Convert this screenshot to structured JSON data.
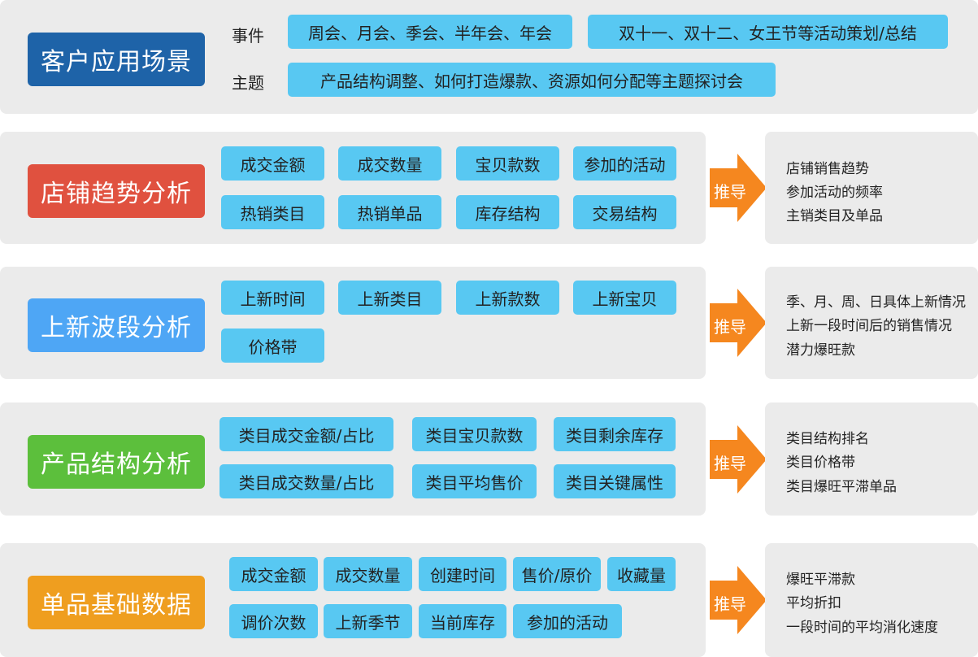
{
  "scenario": {
    "title": "客户应用场景",
    "title_color": "#1e63a8",
    "events_label": "事件",
    "topics_label": "主题",
    "events": [
      "周会、月会、季会、半年会、年会",
      "双十一、双十二、女王节等活动策划/总结"
    ],
    "topics": [
      "产品结构调整、如何打造爆款、资源如何分配等主题探讨会"
    ]
  },
  "arrow_label": "推导",
  "arrow_color": "#f5871f",
  "chip_color": "#58c8f2",
  "sections": [
    {
      "title": "店铺趋势分析",
      "color": "#e0513f",
      "chips": [
        "成交金额",
        "成交数量",
        "宝贝款数",
        "参加的活动",
        "热销类目",
        "热销单品",
        "库存结构",
        "交易结构"
      ],
      "results": [
        "店铺销售趋势",
        "参加活动的频率",
        "主销类目及单品"
      ]
    },
    {
      "title": "上新波段分析",
      "color": "#4ea6f5",
      "chips": [
        "上新时间",
        "上新类目",
        "上新款数",
        "上新宝贝",
        "价格带"
      ],
      "results": [
        "季、月、周、日具体上新情况",
        "上新一段时间后的销售情况",
        "潜力爆旺款"
      ]
    },
    {
      "title": "产品结构分析",
      "color": "#5cbf3c",
      "chips": [
        "类目成交金额/占比",
        "类目宝贝款数",
        "类目剩余库存",
        "类目成交数量/占比",
        "类目平均售价",
        "类目关键属性"
      ],
      "results": [
        "类目结构排名",
        "类目价格带",
        "类目爆旺平滞单品"
      ]
    },
    {
      "title": "单品基础数据",
      "color": "#ef9e1f",
      "chips": [
        "成交金额",
        "成交数量",
        "创建时间",
        "售价/原价",
        "收藏量",
        "调价次数",
        "上新季节",
        "当前库存",
        "参加的活动"
      ],
      "results": [
        "爆旺平滞款",
        "平均折扣",
        "一段时间的平均消化速度"
      ]
    }
  ]
}
